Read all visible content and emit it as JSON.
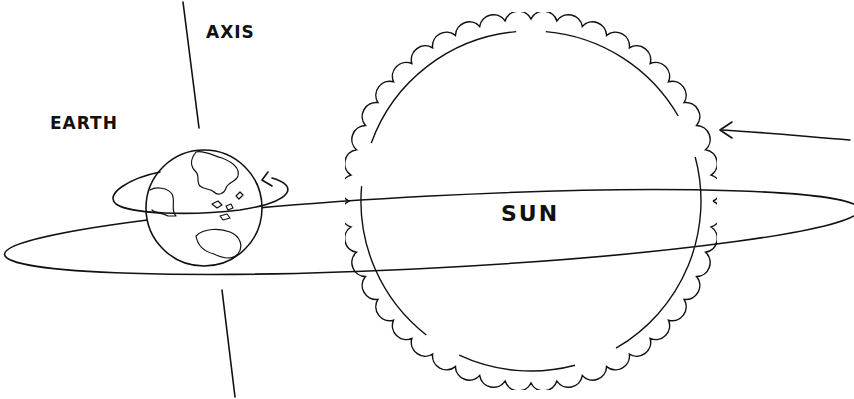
{
  "diagram": {
    "nodes": [
      {
        "text": [
          "SUN"
        ]
      }
    ],
    "labels": [
      "AXIS",
      "EARTH"
    ]
  }
}
